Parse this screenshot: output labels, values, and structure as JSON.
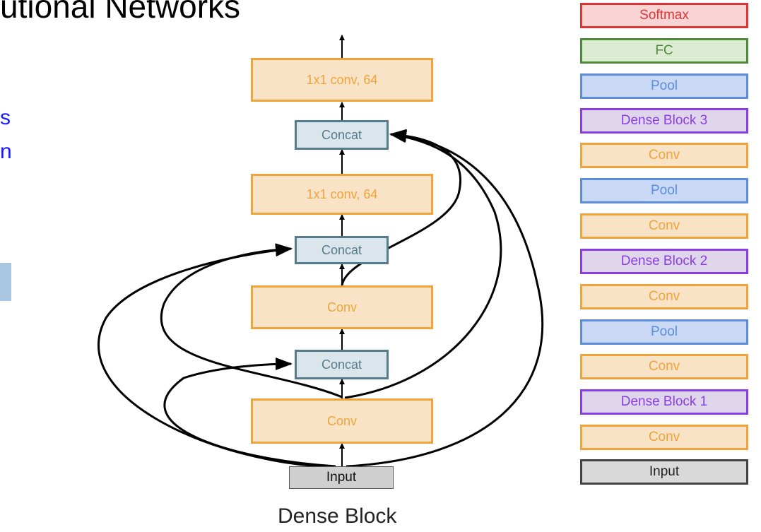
{
  "slide": {
    "title_fragment": "utional Networks",
    "fragments": [
      "s",
      "n"
    ]
  },
  "dense_block": {
    "caption": "Dense Block",
    "nodes": {
      "top_conv": "1x1 conv, 64",
      "concat_3": "Concat",
      "mid_conv": "1x1 conv, 64",
      "concat_2": "Concat",
      "conv_2": "Conv",
      "concat_1": "Concat",
      "conv_1": "Conv",
      "input": "Input"
    }
  },
  "architecture": [
    {
      "label": "Softmax",
      "kind": "softmax",
      "color": "#de3535"
    },
    {
      "label": "FC",
      "kind": "fc",
      "color": "#4e8a37"
    },
    {
      "label": "Pool",
      "kind": "pool",
      "color": "#5b8ddc"
    },
    {
      "label": "Dense Block 3",
      "kind": "dense",
      "color": "#8a3de6"
    },
    {
      "label": "Conv",
      "kind": "conv",
      "color": "#f0a33a"
    },
    {
      "label": "Pool",
      "kind": "pool",
      "color": "#5b8ddc"
    },
    {
      "label": "Conv",
      "kind": "conv",
      "color": "#f0a33a"
    },
    {
      "label": "Dense Block 2",
      "kind": "dense",
      "color": "#8a3de6"
    },
    {
      "label": "Conv",
      "kind": "conv",
      "color": "#f0a33a"
    },
    {
      "label": "Pool",
      "kind": "pool",
      "color": "#5b8ddc"
    },
    {
      "label": "Conv",
      "kind": "conv",
      "color": "#f0a33a"
    },
    {
      "label": "Dense Block 1",
      "kind": "dense",
      "color": "#8a3de6"
    },
    {
      "label": "Conv",
      "kind": "conv",
      "color": "#f0a33a"
    },
    {
      "label": "Input",
      "kind": "input",
      "color": "#444444"
    }
  ]
}
